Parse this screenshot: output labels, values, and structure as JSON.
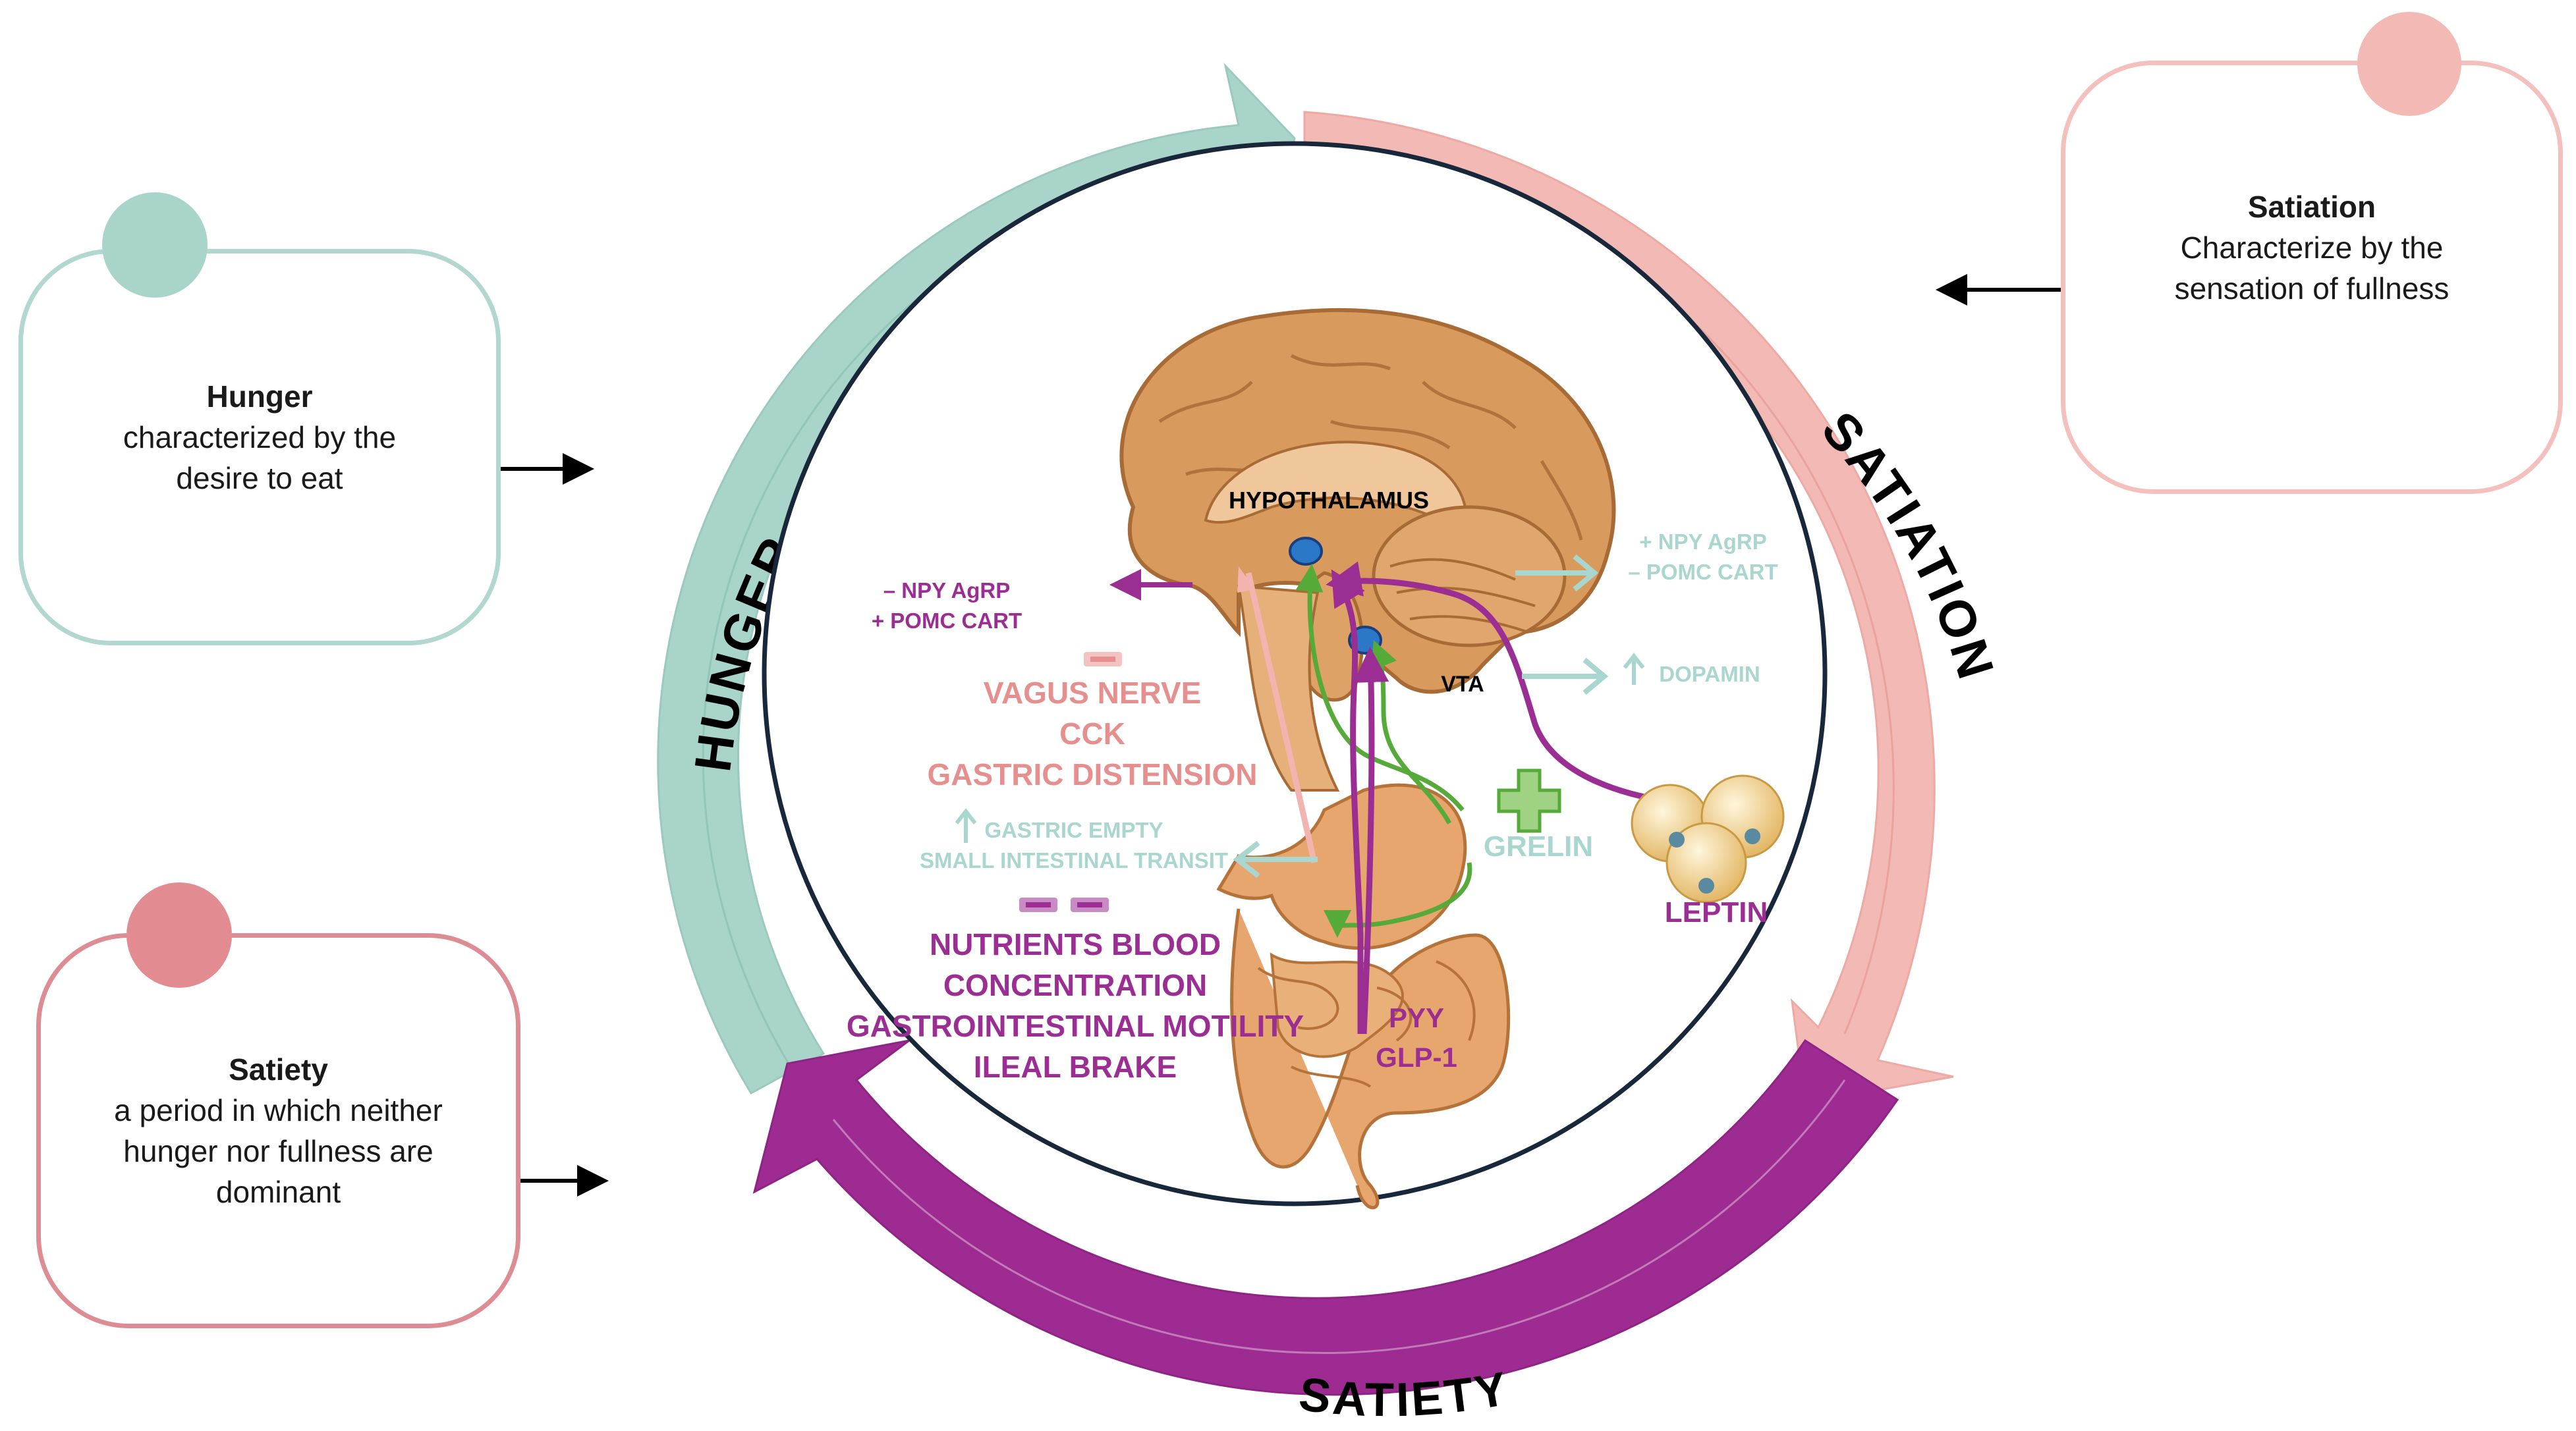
{
  "colors": {
    "hunger": "#a9d4ca",
    "satiation": "#f3b9b5",
    "satiety": "#9e2b92",
    "purple_text": "#9b2e92",
    "pink_text": "#e58f8f",
    "teal_text": "#a9d6ce",
    "green": "#55aa3a",
    "brain": "#d99a5e",
    "gut": "#e7a66d"
  },
  "cycle": {
    "hunger_label": "HUNGER",
    "satiation_label": "SATIATION",
    "satiety_label": "SATIETY"
  },
  "boxes": {
    "hunger": {
      "title": "Hunger",
      "description": "characterized by the\ndesire to eat"
    },
    "satiety": {
      "title": "Satiety",
      "description": "a period in which neither\nhunger nor fullness are\ndominant"
    },
    "satiation": {
      "title": "Satiation",
      "description": "Characterize by the\nsensation of fullness"
    }
  },
  "center": {
    "hypothalamus": "HYPOTHALAMUS",
    "vta": "VTA",
    "left_npy": "– NPY AgRP",
    "left_pomc": "+ POMC CART",
    "minus_sign": "–",
    "vagus_nerve": "VAGUS NERVE",
    "cck": "CCK",
    "gastric_distension": "GASTRIC DISTENSION",
    "up_arrow": "↑",
    "gastric_empty": "GASTRIC EMPTY",
    "small_intestinal_transit": "SMALL INTESTINAL TRANSIT",
    "double_minus": "– –",
    "nutrients_blood": "NUTRIENTS BLOOD",
    "concentration": "CONCENTRATION",
    "gi_motility": "GASTROINTESTINAL MOTILITY",
    "ileal_brake": "ILEAL BRAKE",
    "pyy": "PYY",
    "glp1": "GLP-1",
    "right_npy": "+ NPY AgRP",
    "right_pomc": "– POMC CART",
    "dopamin": "DOPAMIN",
    "plus_sign": "+",
    "grelin": "GRELIN",
    "leptin": "LEPTIN"
  }
}
